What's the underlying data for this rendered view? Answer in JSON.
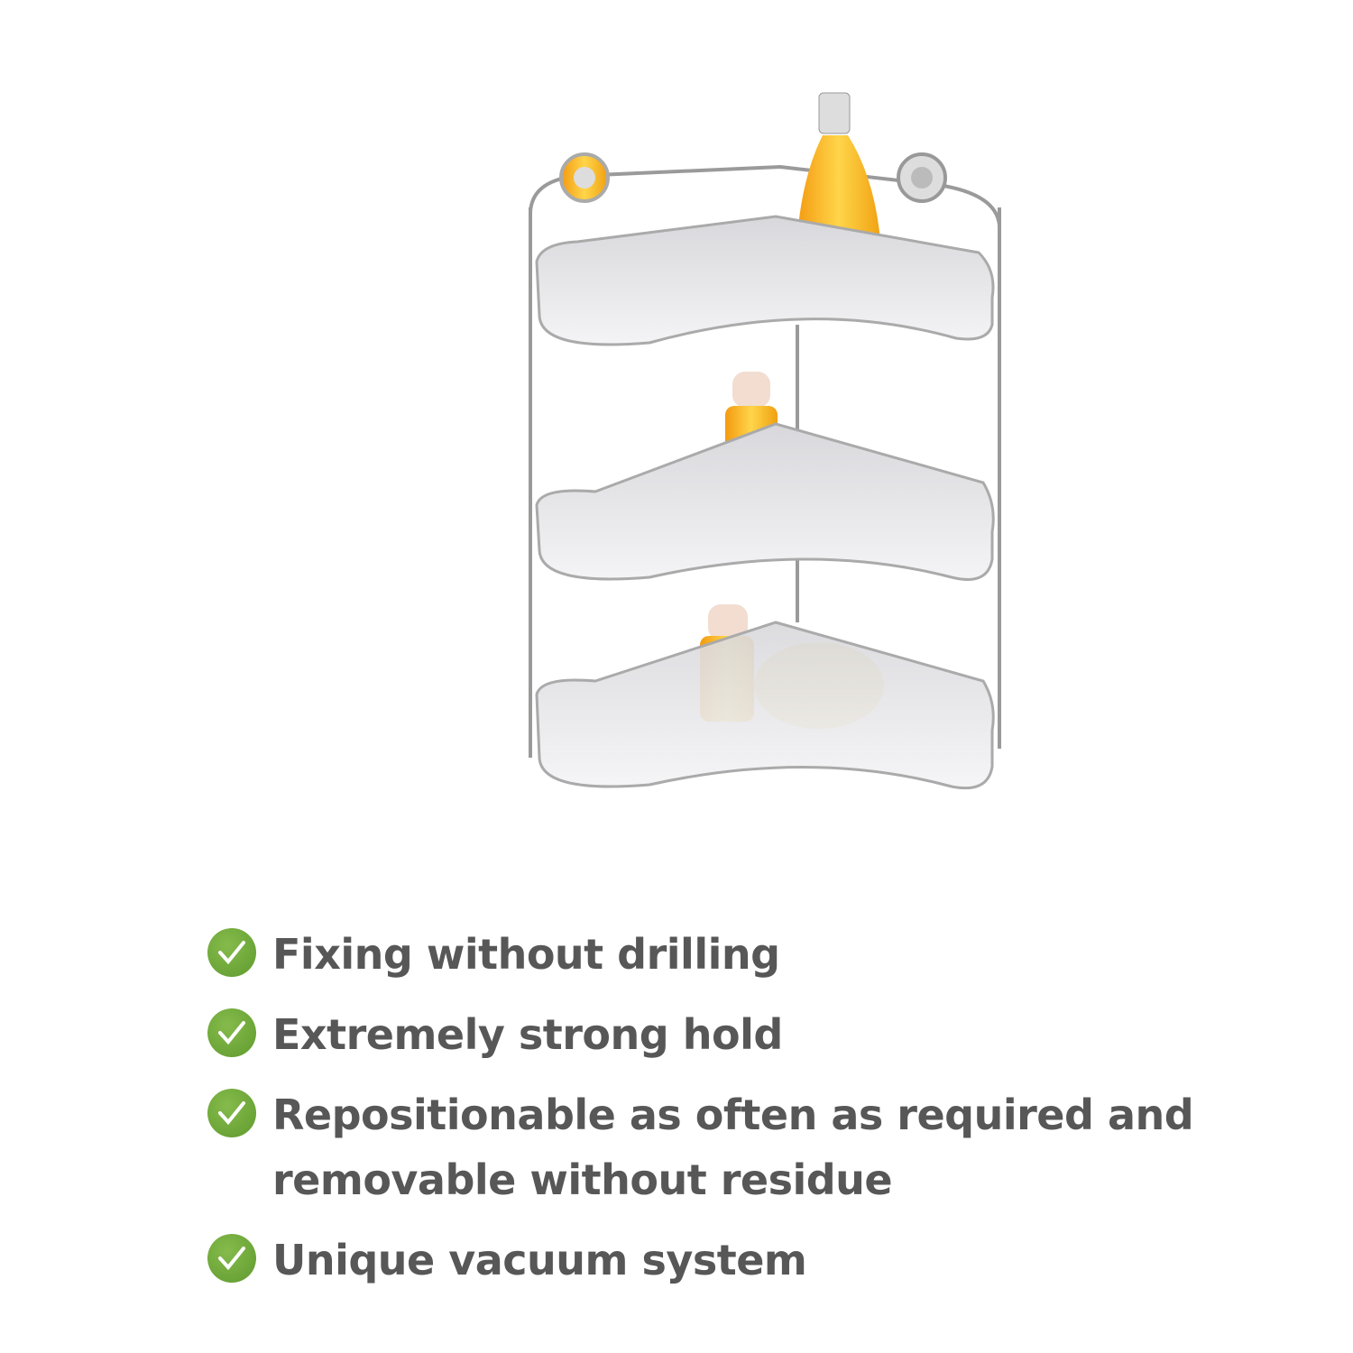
{
  "features": [
    {
      "icon": "check-circle-icon",
      "text": "Fixing without drilling"
    },
    {
      "icon": "check-circle-icon",
      "text": "Extremely strong hold"
    },
    {
      "icon": "check-circle-icon",
      "text": "Repositionable as often as required and",
      "text2": "removable without residue"
    },
    {
      "icon": "check-circle-icon",
      "text": "Unique vacuum system"
    }
  ],
  "colors": {
    "check": "#6fa53a",
    "text": "#575757",
    "bottle": "#f7a81a",
    "tray": "#e8e8ea"
  }
}
